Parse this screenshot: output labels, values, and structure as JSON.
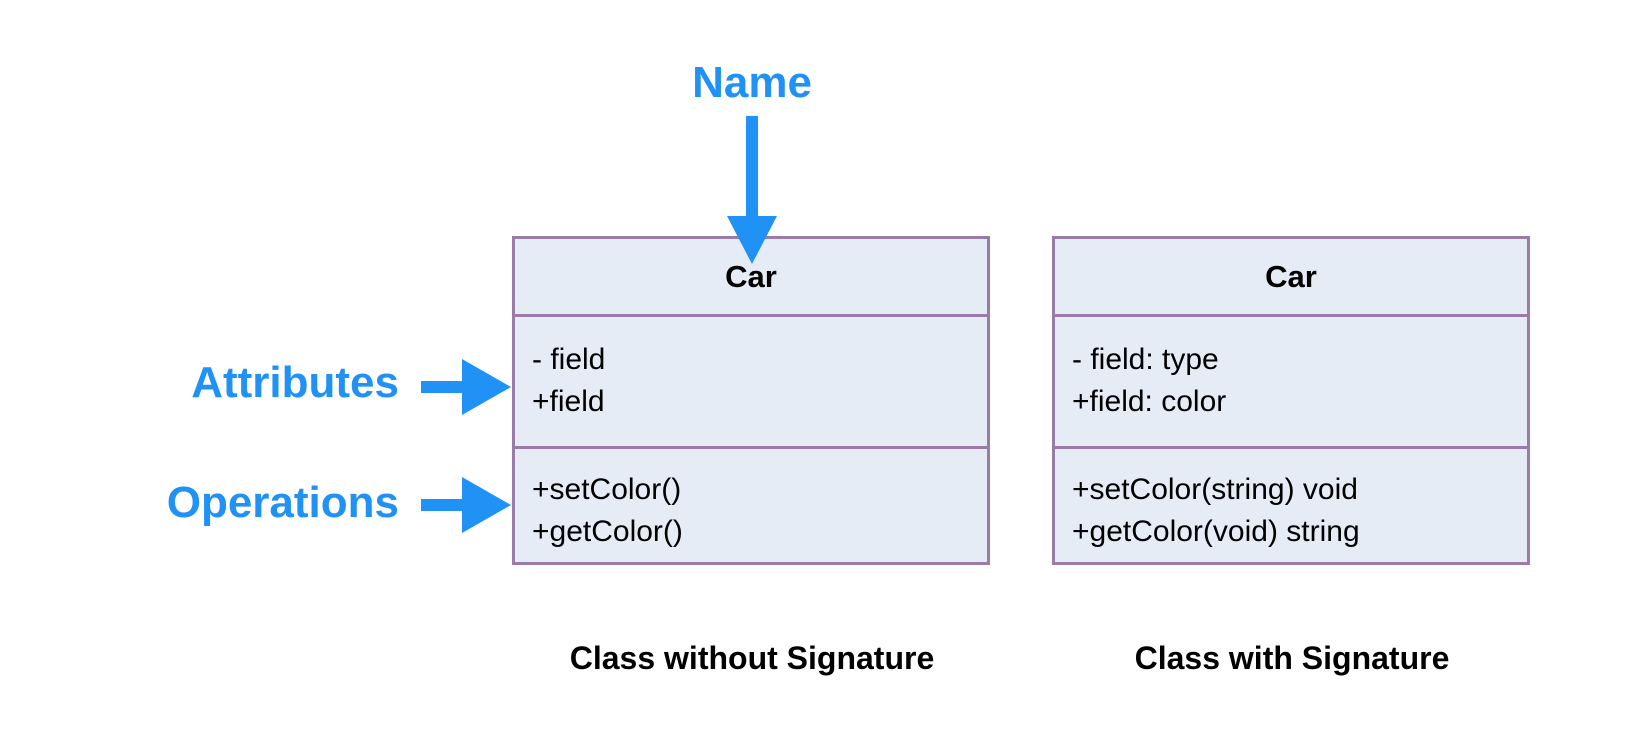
{
  "labels": {
    "name": "Name",
    "attributes": "Attributes",
    "operations": "Operations"
  },
  "colors": {
    "accent": "#2091f5",
    "box_fill": "#e5ecf5",
    "box_border": "#9b7ca9"
  },
  "classes": [
    {
      "name": "Car",
      "attributes": [
        "- field",
        "+field"
      ],
      "operations": [
        "+setColor()",
        "+getColor()"
      ],
      "caption": "Class without Signature"
    },
    {
      "name": "Car",
      "attributes": [
        "- field: type",
        "+field: color"
      ],
      "operations": [
        "+setColor(string) void",
        "+getColor(void) string"
      ],
      "caption": "Class with Signature"
    }
  ]
}
